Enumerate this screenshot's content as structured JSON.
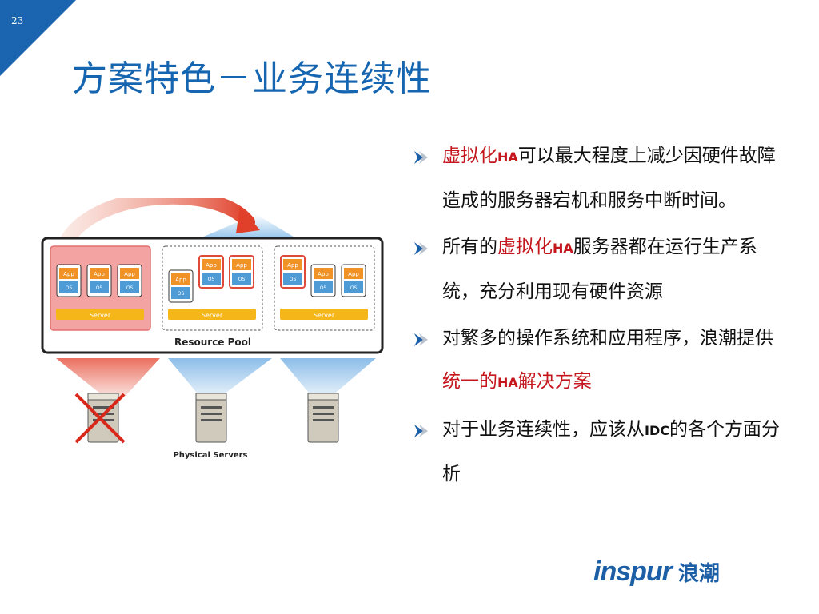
{
  "slide": {
    "number": "23",
    "title": "方案特色－业务连续性",
    "accent_color": "#1665b0",
    "highlight_color": "#c4161c"
  },
  "diagram": {
    "app_label": "App",
    "os_label": "OS",
    "server_label": "Server",
    "pool_label": "Resource Pool",
    "physical_label": "Physical Servers"
  },
  "bullets": [
    {
      "hl1": "虚拟化",
      "hl2": "HA",
      "rest": "可以最大程度上减少因硬件故障造成的服务器宕机和服务中断时间。"
    },
    {
      "pre": "所有的",
      "hl1": "虚拟化",
      "hl2": "HA",
      "rest": "服务器都在运行生产系统，充分利用现有硬件资源"
    },
    {
      "pre": "对繁多的操作系统和应用程序，浪潮提供",
      "hl1": "统一的",
      "hl2": "HA",
      "rest": "解决方案"
    },
    {
      "pre": "对于业务连续性，应该从",
      "sm": "IDC",
      "rest": "的各个方面分析"
    }
  ],
  "logo": {
    "brand_en": "inspur",
    "brand_cn": "浪潮"
  }
}
